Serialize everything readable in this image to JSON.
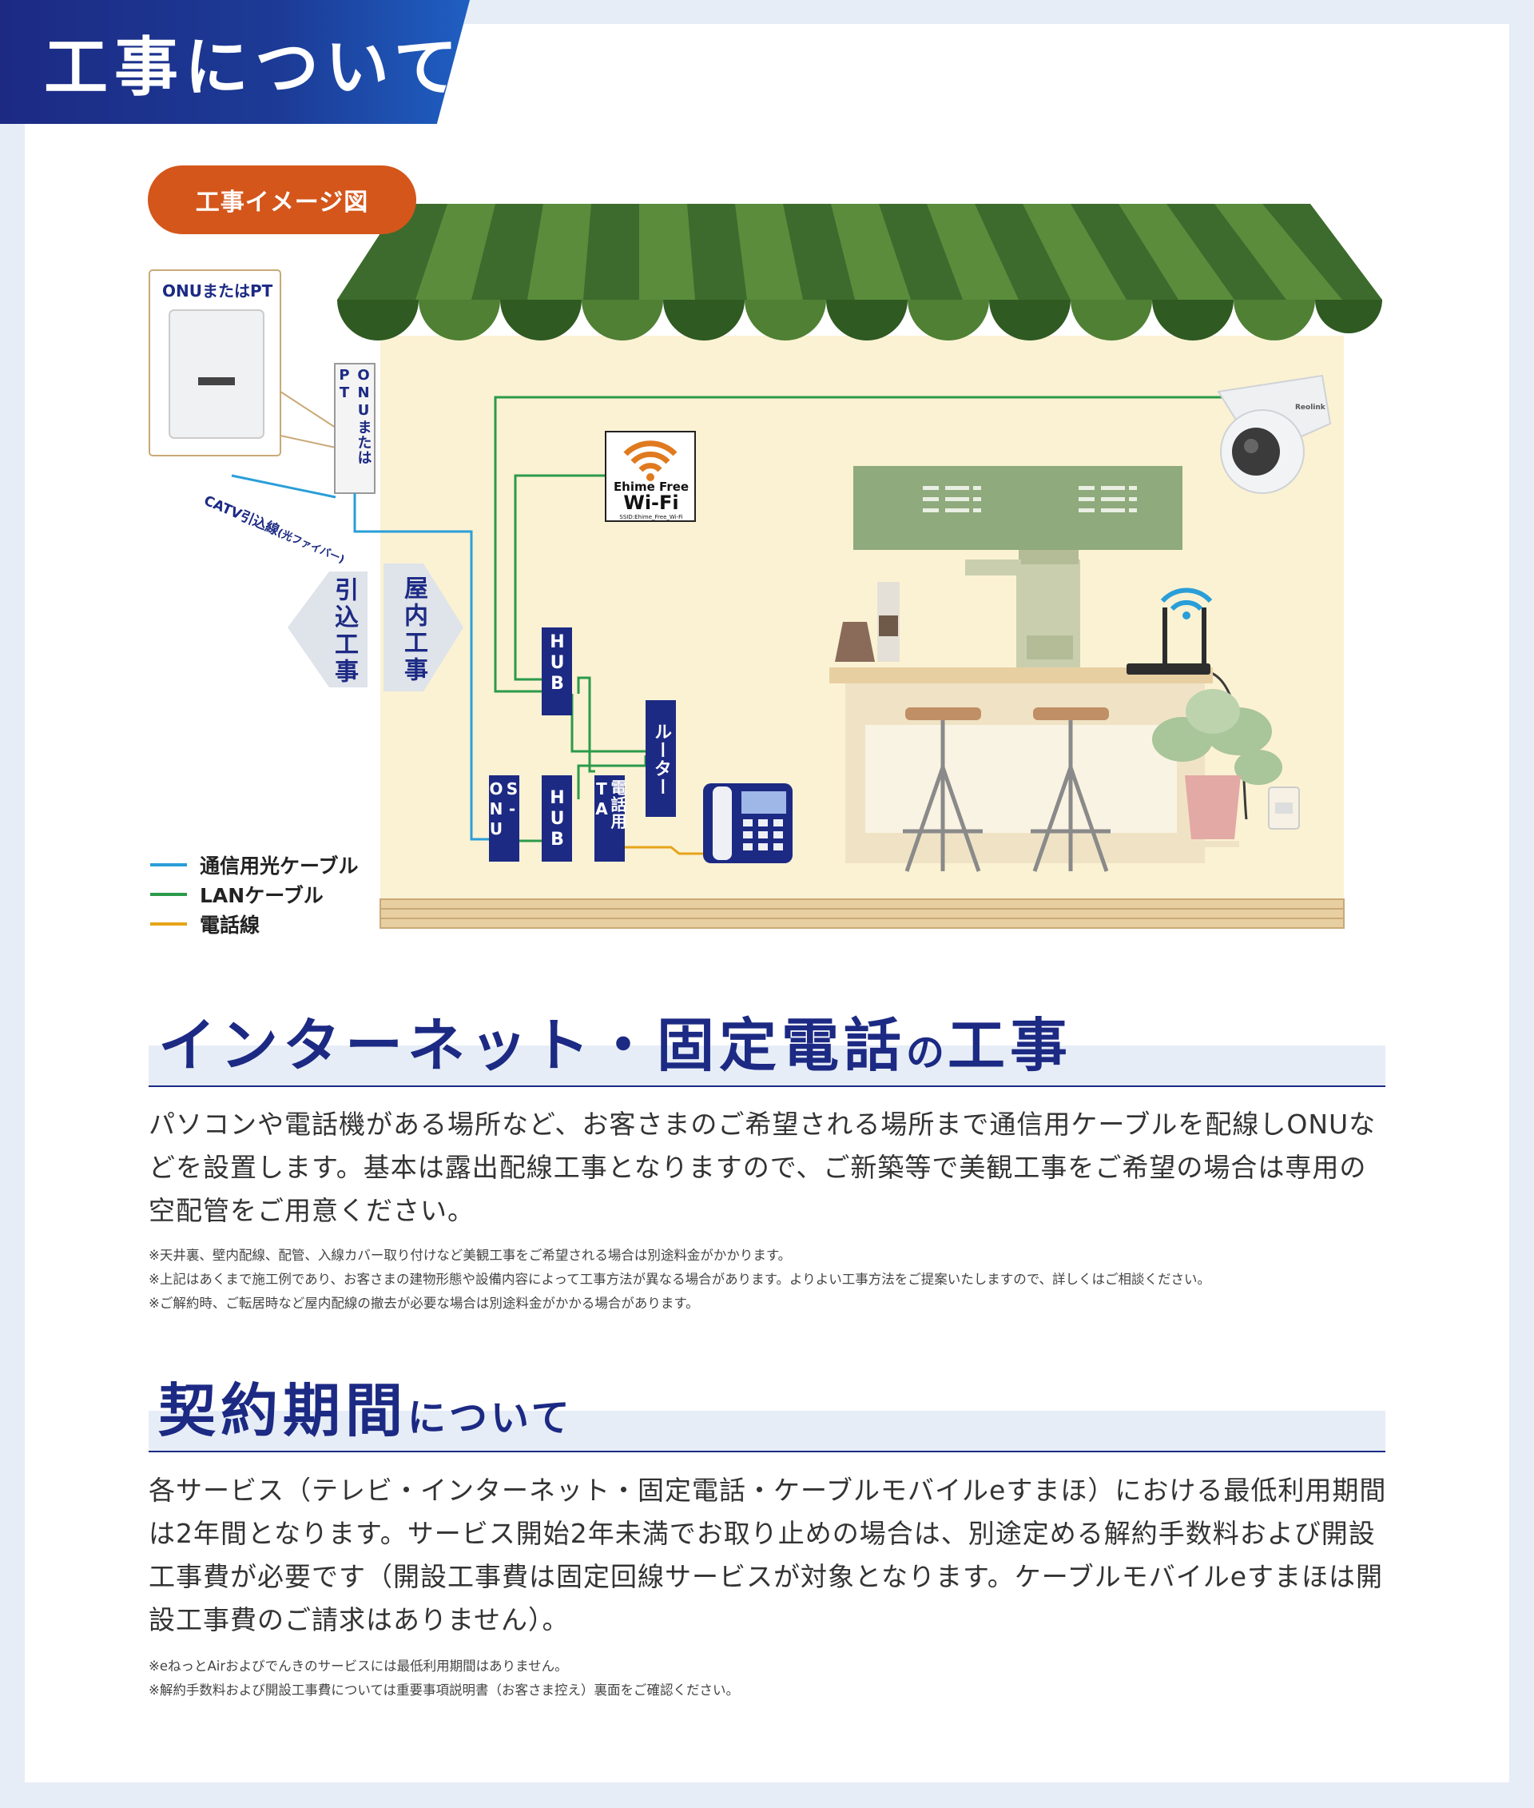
{
  "header": {
    "title": "工事について"
  },
  "diagram": {
    "badge": "工事イメージ図",
    "onu_box_label": "ONUまたはPT",
    "onu_vertical_label": "ONUまたはPT",
    "catv_label": "CATV引込線",
    "catv_sub": "(光ファイバー)",
    "arrow_left": "引込工事",
    "arrow_right": "屋内工事",
    "hub_top": "HUB",
    "router": "ルーター",
    "s_onu": "S-ONU",
    "hub_bottom": "HUB",
    "phone_ta": "電話用TA",
    "wifi_sign_line1": "Ehime Free",
    "wifi_sign_line2": "Wi-Fi",
    "wifi_sign_line3": "SSID:Ehime_Free_Wi-Fi",
    "camera_brand": "Reolink",
    "legend": [
      {
        "label": "通信用光ケーブル",
        "color": "#2a9ed8"
      },
      {
        "label": "LANケーブル",
        "color": "#2b9a4a"
      },
      {
        "label": "電話線",
        "color": "#e6a419"
      }
    ]
  },
  "internet_section": {
    "title_main": "インターネット・固定電話",
    "title_particle": "の",
    "title_end": "工事",
    "body": "パソコンや電話機がある場所など、お客さまのご希望される場所まで通信用ケーブルを配線しONUなどを設置します。基本は露出配線工事となりますので、ご新築等で美観工事をご希望の場合は専用の空配管をご用意ください。",
    "notes": [
      "※天井裏、壁内配線、配管、入線カバー取り付けなど美観工事をご希望される場合は別途料金がかかります。",
      "※上記はあくまで施工例であり、お客さまの建物形態や設備内容によって工事方法が異なる場合があります。よりよい工事方法をご提案いたしますので、詳しくはご相談ください。",
      "※ご解約時、ご転居時など屋内配線の撤去が必要な場合は別途料金がかかる場合があります。"
    ]
  },
  "contract_section": {
    "title_main": "契約期間",
    "title_rest": "について",
    "body": "各サービス（テレビ・インターネット・固定電話・ケーブルモバイルeすまほ）における最低利用期間は2年間となります。サービス開始2年未満でお取り止めの場合は、別途定める解約手数料および開設工事費が必要です（開設工事費は固定回線サービスが対象となります。ケーブルモバイルeすまほは開設工事費のご請求はありません）。",
    "notes": [
      "※eねっとAirおよびでんきのサービスには最低利用期間はありません。",
      "※解約手数料および開設工事費については重要事項説明書（お客さま控え）裏面をご確認ください。"
    ]
  }
}
